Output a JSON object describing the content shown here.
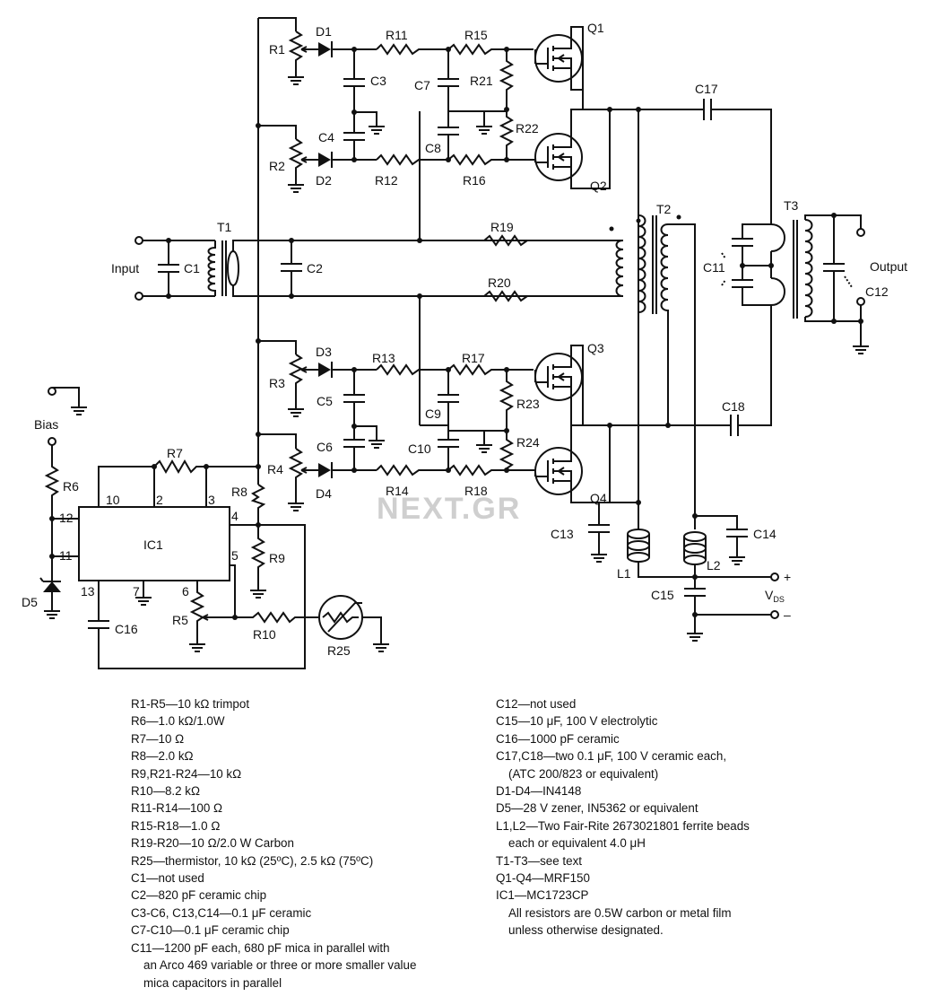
{
  "watermark": "NEXT.GR",
  "labels": {
    "R1": "R1",
    "R2": "R2",
    "R3": "R3",
    "R4": "R4",
    "R5": "R5",
    "R6": "R6",
    "R7": "R7",
    "R8": "R8",
    "R9": "R9",
    "R10": "R10",
    "R11": "R11",
    "R12": "R12",
    "R13": "R13",
    "R14": "R14",
    "R15": "R15",
    "R16": "R16",
    "R17": "R17",
    "R18": "R18",
    "R19": "R19",
    "R20": "R20",
    "R21": "R21",
    "R22": "R22",
    "R23": "R23",
    "R24": "R24",
    "R25": "R25",
    "C1": "C1",
    "C2": "C2",
    "C3": "C3",
    "C4": "C4",
    "C5": "C5",
    "C6": "C6",
    "C7": "C7",
    "C8": "C8",
    "C9": "C9",
    "C10": "C10",
    "C11": "C11",
    "C12": "C12",
    "C13": "C13",
    "C14": "C14",
    "C15": "C15",
    "C16": "C16",
    "C17": "C17",
    "C18": "C18",
    "D1": "D1",
    "D2": "D2",
    "D3": "D3",
    "D4": "D4",
    "D5": "D5",
    "Q1": "Q1",
    "Q2": "Q2",
    "Q3": "Q3",
    "Q4": "Q4",
    "T1": "T1",
    "T2": "T2",
    "T3": "T3",
    "L1": "L1",
    "L2": "L2",
    "IC1": "IC1",
    "input": "Input",
    "output": "Output",
    "bias": "Bias",
    "plus": "+",
    "minus": "–",
    "vds": "V",
    "vds_sub": "DS",
    "pin10": "10",
    "pin2": "2",
    "pin3": "3",
    "pin12": "12",
    "pin4": "4",
    "pin11": "11",
    "pin5": "5",
    "pin13": "13",
    "pin7": "7",
    "pin6": "6"
  },
  "parts_list_left": [
    {
      "text": "R1-R5—10 kΩ trimpot"
    },
    {
      "text": "R6—1.0 kΩ/1.0W"
    },
    {
      "text": "R7—10 Ω"
    },
    {
      "text": "R8—2.0 kΩ"
    },
    {
      "text": "R9,R21-R24—10 kΩ"
    },
    {
      "text": "R10—8.2 kΩ"
    },
    {
      "text": "R11-R14—100 Ω"
    },
    {
      "text": "R15-R18—1.0 Ω"
    },
    {
      "text": "R19-R20—10 Ω/2.0 W Carbon"
    },
    {
      "text": "R25—thermistor, 10 kΩ (25ºC), 2.5 kΩ (75ºC)"
    },
    {
      "text": "C1—not used"
    },
    {
      "text": "C2—820 pF ceramic chip"
    },
    {
      "text": "C3-C6, C13,C14—0.1 μF ceramic"
    },
    {
      "text": "C7-C10—0.1 μF ceramic chip"
    },
    {
      "text": "C11—1200 pF each, 680 pF mica in parallel with"
    },
    {
      "text": "an Arco 469 variable or three or more smaller value",
      "indent": true
    },
    {
      "text": "mica capacitors in parallel",
      "indent": true
    }
  ],
  "parts_list_right": [
    {
      "text": "C12—not used"
    },
    {
      "text": "C15—10 μF, 100 V electrolytic"
    },
    {
      "text": "C16—1000 pF ceramic"
    },
    {
      "text": "C17,C18—two 0.1 μF, 100 V ceramic each,"
    },
    {
      "text": "(ATC 200/823 or equivalent)",
      "indent": true
    },
    {
      "text": "D1-D4—IN4148"
    },
    {
      "text": "D5—28 V zener, IN5362 or equivalent"
    },
    {
      "text": "L1,L2—Two Fair-Rite 2673021801 ferrite beads"
    },
    {
      "text": "each or equivalent 4.0 μH",
      "indent": true
    },
    {
      "text": "T1-T3—see text"
    },
    {
      "text": "Q1-Q4—MRF150"
    },
    {
      "text": "IC1—MC1723CP"
    },
    {
      "text": "All resistors are 0.5W carbon or metal film",
      "indent": true
    },
    {
      "text": "unless otherwise designated.",
      "indent": true
    }
  ]
}
